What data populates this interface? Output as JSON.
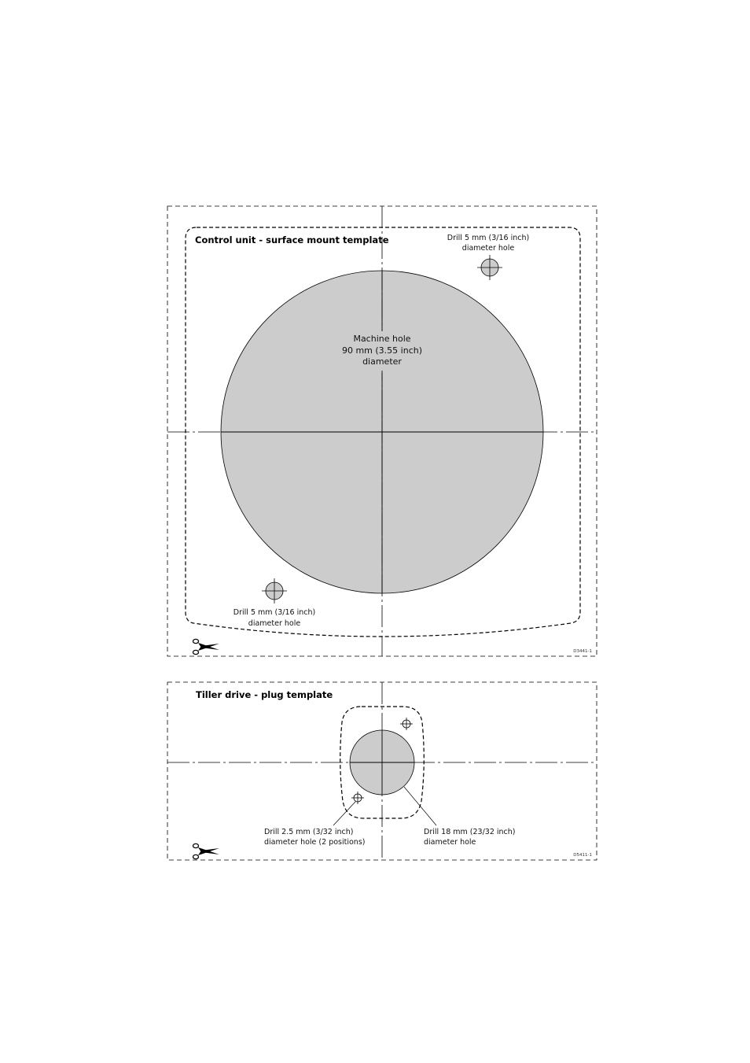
{
  "control_unit": {
    "title": "Control unit - surface mount template",
    "top_hole_line1": "Drill 5 mm (3/16 inch)",
    "top_hole_line2": "diameter hole",
    "machine_line1": "Machine hole",
    "machine_line2": "90 mm (3.55 inch)",
    "machine_line3": "diameter",
    "bottom_hole_line1": "Drill 5 mm (3/16 inch)",
    "bottom_hole_line2": "diameter hole",
    "code": "D3441-1"
  },
  "tiller_drive": {
    "title": "Tiller drive - plug template",
    "small_hole_line1": "Drill 2.5 mm (3/32 inch)",
    "small_hole_line2": "diameter hole (2 positions)",
    "large_hole_line1": "Drill 18 mm (23/32 inch)",
    "large_hole_line2": "diameter hole",
    "code": "D5411-1"
  },
  "icons": [
    "scissors-icon",
    "scissors-icon"
  ],
  "colors": {
    "hole_fill": "#cccccc",
    "line": "#000000"
  }
}
